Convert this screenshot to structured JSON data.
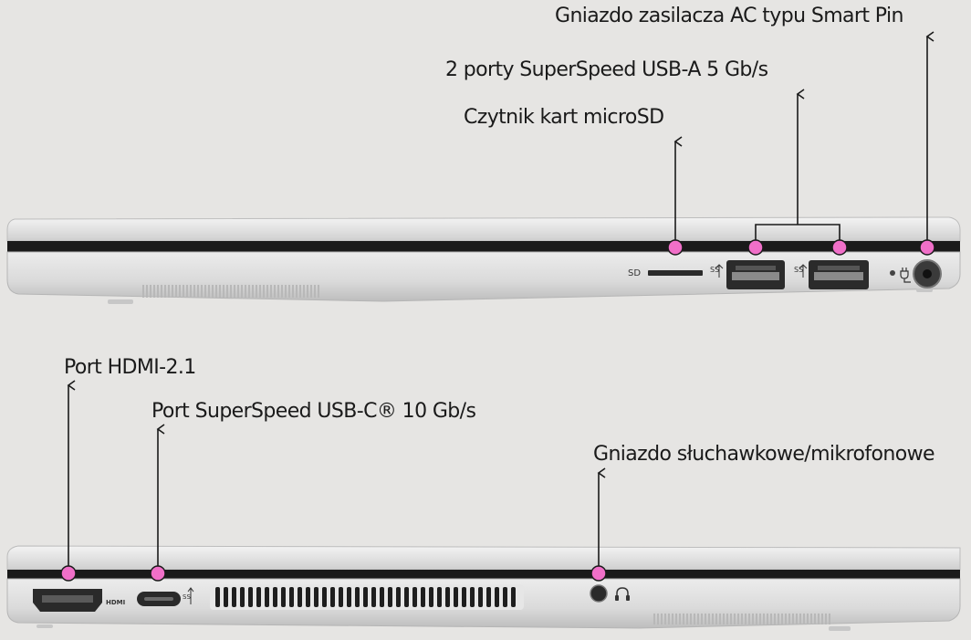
{
  "right_side": {
    "labels": {
      "ac_power": "Gniazdo zasilacza AC typu Smart Pin",
      "usb_a": "2 porty SuperSpeed USB-A 5 Gb/s",
      "microsd": "Czytnik kart microSD"
    },
    "port_text": {
      "sd": "SD"
    }
  },
  "left_side": {
    "labels": {
      "hdmi": "Port HDMI-2.1",
      "usb_c": "Port SuperSpeed USB-C® 10 Gb/s",
      "headphone": "Gniazdo słuchawkowe/mikrofonowe"
    },
    "port_text": {
      "hdmi": "HDMI"
    }
  },
  "colors": {
    "background": "#e6e5e3",
    "marker": "#f06fc8",
    "chassis": "#dadada"
  },
  "icons": [
    "usb-ss-icon",
    "power-plug-icon",
    "headphone-icon",
    "thunderbolt-icon"
  ]
}
